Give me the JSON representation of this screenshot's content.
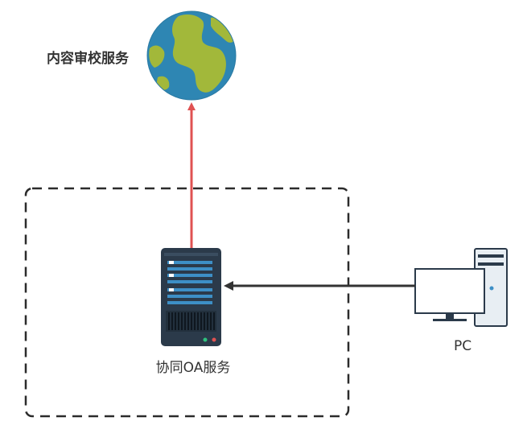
{
  "diagram": {
    "cloud_label": "内容审校服务",
    "server_label": "协同OA服务",
    "pc_label": "PC"
  },
  "colors": {
    "boundary": "#2b2b2b",
    "red_arrow": "#e05252",
    "dark_arrow": "#333333",
    "ocean": "#2e86b3",
    "land": "#a2b83a",
    "server_body": "#2b3a4a",
    "server_stripe": "#3d8fc6"
  },
  "icons": {
    "cloud_service": "globe-icon",
    "server": "server-icon",
    "pc": "desktop-pc-icon"
  }
}
